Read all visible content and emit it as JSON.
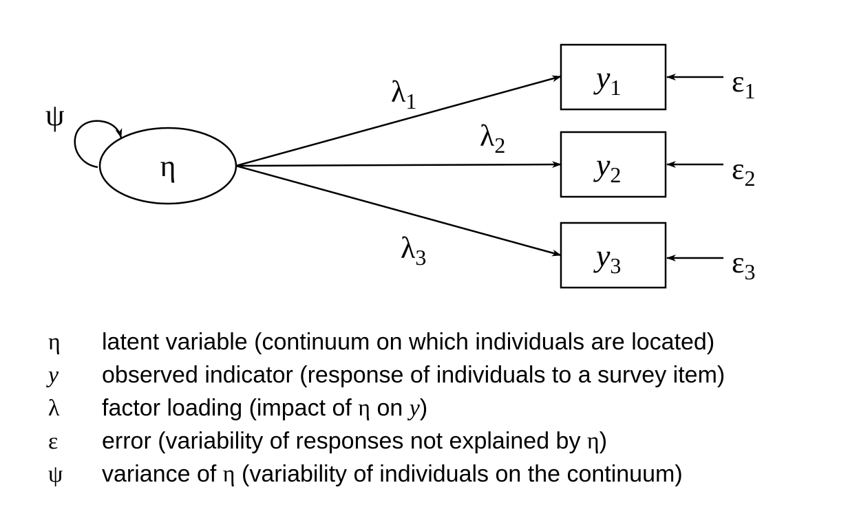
{
  "nodes": {
    "latent": "η",
    "variance": "ψ",
    "indicators": [
      {
        "base": "y",
        "sub": "1"
      },
      {
        "base": "y",
        "sub": "2"
      },
      {
        "base": "y",
        "sub": "3"
      }
    ],
    "errors": [
      {
        "base": "ε",
        "sub": "1"
      },
      {
        "base": "ε",
        "sub": "2"
      },
      {
        "base": "ε",
        "sub": "3"
      }
    ],
    "loadings": [
      {
        "base": "λ",
        "sub": "1"
      },
      {
        "base": "λ",
        "sub": "2"
      },
      {
        "base": "λ",
        "sub": "3"
      }
    ]
  },
  "legend": [
    {
      "symbol": "η",
      "description": "latent variable (continuum on which individuals are located)"
    },
    {
      "symbol": "y",
      "description": "observed indicator (response of individuals to a survey item)"
    },
    {
      "symbol": "λ",
      "description_parts": [
        "factor loading (impact of ",
        "η",
        " on ",
        "y",
        ")"
      ]
    },
    {
      "symbol": "ε",
      "description_parts": [
        "error (variability of responses not explained by ",
        "η",
        ")"
      ]
    },
    {
      "symbol": "ψ",
      "description_parts": [
        "variance of ",
        "η",
        " (variability of individuals on the continuum)"
      ]
    }
  ],
  "colors": {
    "stroke": "#000000",
    "background": "#ffffff"
  }
}
